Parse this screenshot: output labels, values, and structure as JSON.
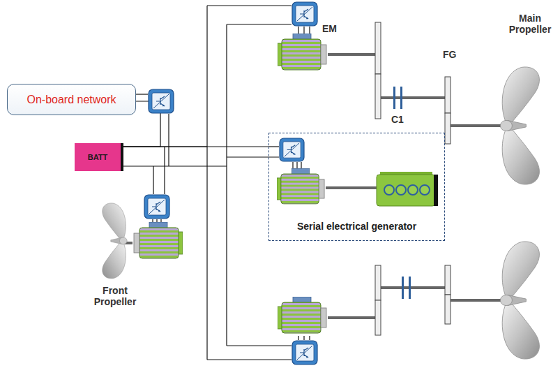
{
  "diagram": {
    "nodes": [
      {
        "text": [
          "On-board network"
        ]
      },
      {
        "text": [
          "BATT"
        ]
      },
      {
        "text": [
          "Serial electrical generator"
        ]
      }
    ],
    "edges": [
      {
        "from": 0,
        "to": 1,
        "arrow": "none"
      },
      {
        "from": 1,
        "to": 2,
        "arrow": "none"
      }
    ],
    "labels": [
      "EM",
      "Main Propeller",
      "FG",
      "C1",
      "Front Propeller"
    ]
  }
}
